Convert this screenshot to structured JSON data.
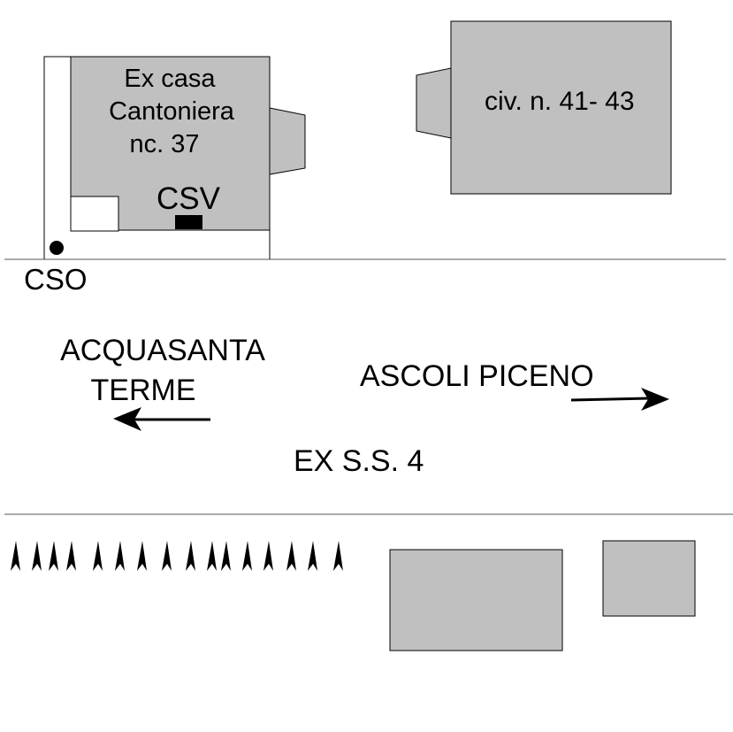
{
  "labels": {
    "building_main_line1": "Ex casa",
    "building_main_line2": "Cantoniera",
    "building_main_line3": "nc. 37",
    "building_right": "civ. n. 41- 43",
    "csv": "CSV",
    "cso": "CSO",
    "west_line1": "ACQUASANTA",
    "west_line2": "TERME",
    "east": "ASCOLI PICENO",
    "road": "EX  S.S. 4"
  },
  "colors": {
    "building_fill": "#c0c0c0",
    "stroke": "#000000",
    "background": "#ffffff"
  },
  "vegetation_marker_count": 16
}
